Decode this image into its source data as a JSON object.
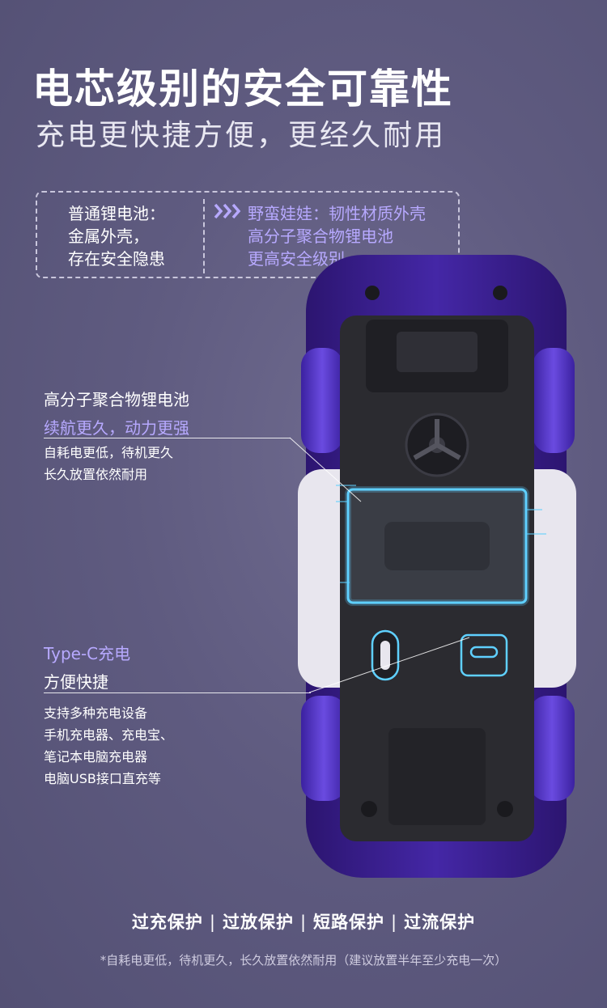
{
  "header": {
    "title": "电芯级别的安全可靠性",
    "subtitle": "充电更快捷方便，更经久耐用"
  },
  "comparison": {
    "left": [
      "普通锂电池：",
      "金属外壳，",
      "存在安全隐患"
    ],
    "arrow_icon": "chevrons-right-icon",
    "right": [
      "野蛮娃娃：韧性材质外壳",
      "高分子聚合物锂电池",
      "更高安全级别"
    ]
  },
  "features": {
    "battery": {
      "title": "高分子聚合物锂电池",
      "accent": "续航更久，动力更强",
      "desc": [
        "自耗电更低，待机更久",
        "长久放置依然耐用"
      ]
    },
    "typec": {
      "accent": "Type-C充电",
      "title": "方便快捷",
      "desc": [
        "支持多种充电设备",
        "手机充电器、充电宝、",
        "笔记本电脑充电器",
        "电脑USB接口直充等"
      ]
    }
  },
  "protections": [
    "过充保护",
    "过放保护",
    "短路保护",
    "过流保护"
  ],
  "separator": "|",
  "footnote": "*自耗电更低，待机更久，长久放置依然耐用（建议放置半年至少充电一次）",
  "colors": {
    "background": "#5f5b80",
    "accent": "#b7a9ff",
    "car_body": "#3a1f8c",
    "chassis": "#2b2b30",
    "glow": "#5fd0ff"
  }
}
